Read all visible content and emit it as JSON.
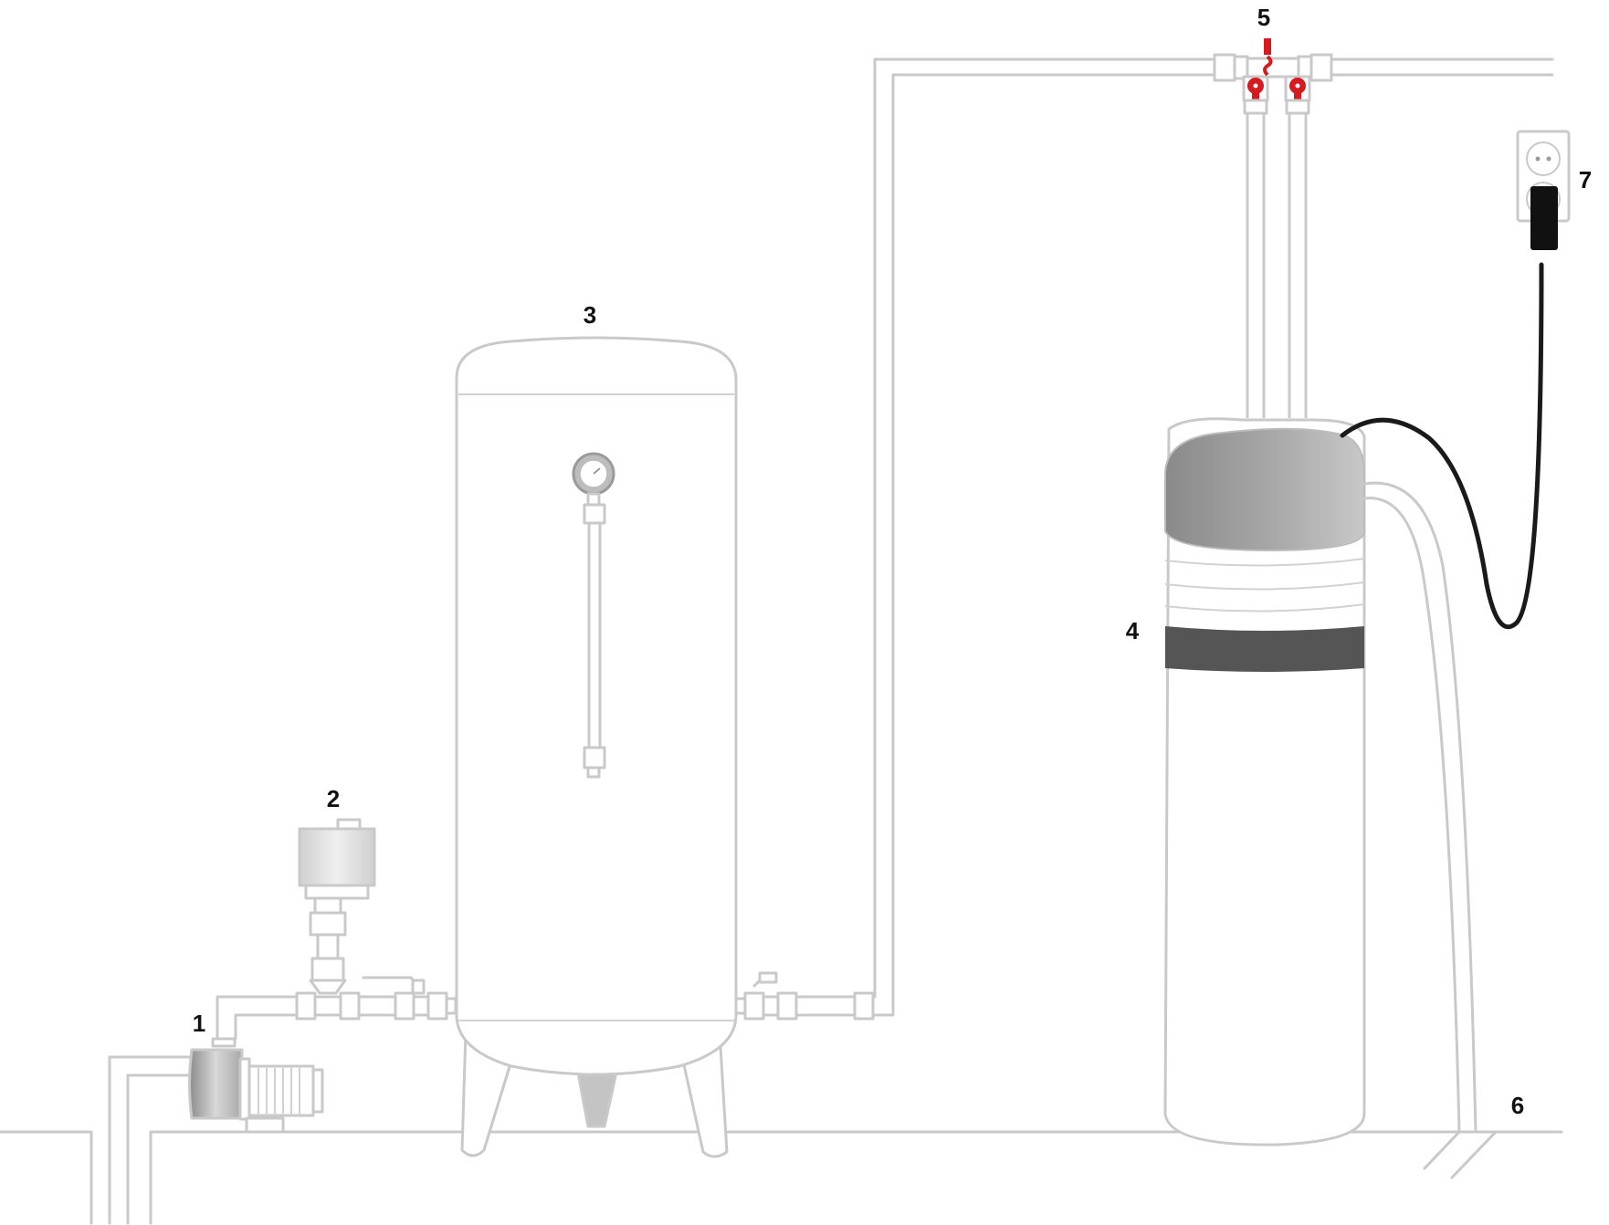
{
  "callouts": [
    {
      "id": "1",
      "text": "1"
    },
    {
      "id": "2",
      "text": "2"
    },
    {
      "id": "3",
      "text": "3"
    },
    {
      "id": "4",
      "text": "4"
    },
    {
      "id": "5",
      "text": "5"
    },
    {
      "id": "6",
      "text": "6"
    },
    {
      "id": "7",
      "text": "7"
    }
  ],
  "colors": {
    "line": "#c9c9c9",
    "valve": "#d71920",
    "band": "#555555",
    "cable": "#1a1a1a",
    "cap_dark": "#8a8a8a",
    "cap_light": "#c4c4c4"
  }
}
